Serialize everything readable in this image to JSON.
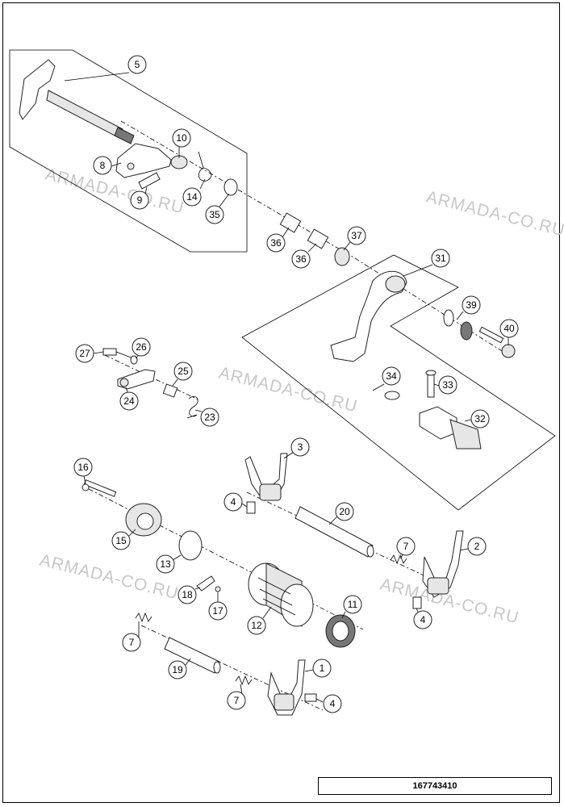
{
  "watermark": "ARMADA-CO.RU",
  "drawing_number": "167743410",
  "callouts": [
    "5",
    "10",
    "8",
    "9",
    "14",
    "35",
    "36",
    "36",
    "37",
    "31",
    "39",
    "40",
    "27",
    "26",
    "25",
    "24",
    "23",
    "34",
    "33",
    "32",
    "3",
    "16",
    "4",
    "20",
    "15",
    "13",
    "2",
    "7",
    "18",
    "17",
    "12",
    "11",
    "4",
    "7",
    "19",
    "1",
    "7",
    "4"
  ]
}
